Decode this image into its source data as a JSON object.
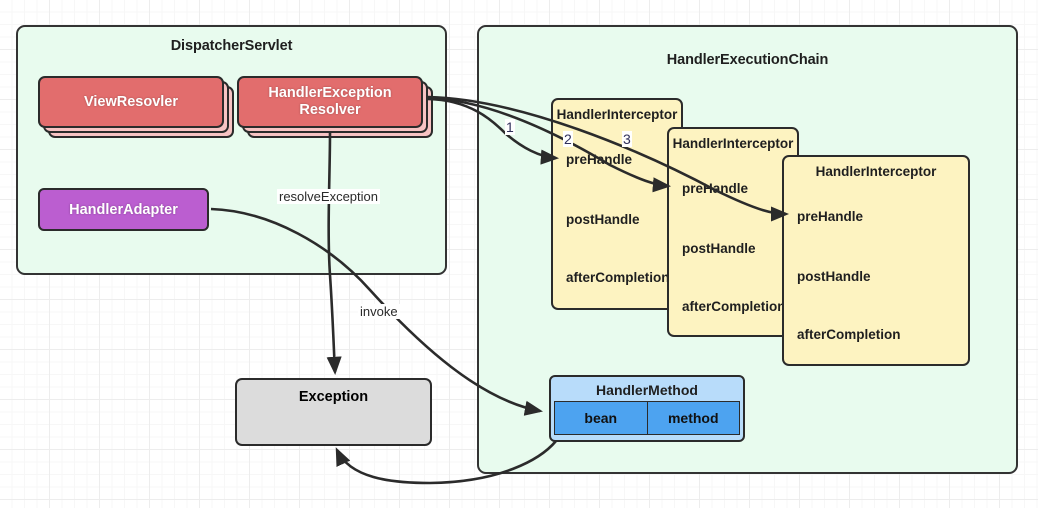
{
  "diagram": {
    "groups": [
      {
        "name": "dispatcher-servlet",
        "title": "DispatcherServlet"
      },
      {
        "name": "handler-execution-chain",
        "title": "HandlerExecutionChain"
      }
    ],
    "components": [
      {
        "name": "view-resolver",
        "label": "ViewResovler",
        "color": "#e26d6d",
        "stacked": true
      },
      {
        "name": "handler-exception-resolver",
        "label": "HandlerException\nResolver",
        "line1": "HandlerException",
        "line2": "Resolver",
        "color": "#e26d6d",
        "stacked": true
      },
      {
        "name": "handler-adapter",
        "label": "HandlerAdapter",
        "color": "#bb5ed0",
        "stacked": false
      },
      {
        "name": "exception",
        "label": "Exception",
        "color": "#dcdcdc",
        "stacked": false
      }
    ],
    "interceptors": [
      {
        "title": "HandlerInterceptor",
        "methods": [
          "preHandle",
          "postHandle",
          "afterCompletion"
        ]
      },
      {
        "title": "HandlerInterceptor",
        "methods": [
          "preHandle",
          "postHandle",
          "afterCompletion"
        ]
      },
      {
        "title": "HandlerInterceptor",
        "methods": [
          "preHandle",
          "postHandle",
          "afterCompletion"
        ]
      }
    ],
    "handler_method": {
      "title": "HandlerMethod",
      "fields": [
        "bean",
        "method"
      ]
    },
    "edge_labels": [
      {
        "name": "resolve-exception-label",
        "text": "resolveException"
      },
      {
        "name": "invoke-label",
        "text": "invoke"
      }
    ],
    "sequence_labels": [
      "1",
      "2",
      "3"
    ],
    "colors": {
      "group_fill": "#e8fbee",
      "group_stroke": "#333333",
      "red": "#e26d6d",
      "red_shadow": "#f7c3c3",
      "purple": "#bb5ed0",
      "interceptor_fill": "#fdf3c1",
      "handler_method_header": "#b8dcfa",
      "handler_method_cell": "#4da3f0",
      "grey": "#dcdcdc",
      "edge": "#2b2b2b",
      "sequence_text": "#30305a"
    }
  }
}
